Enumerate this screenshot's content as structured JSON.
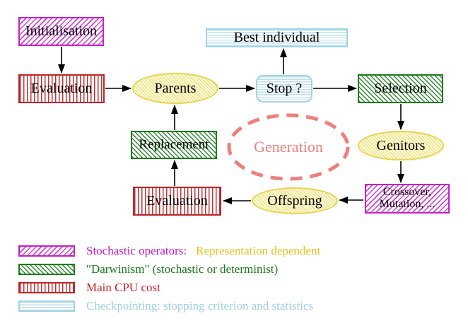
{
  "diagram_title": "Evolutionary algorithm loop",
  "palette": {
    "stochastic_magenta": "#C81EC8",
    "cpu_red": "#BE2428",
    "darwinism_green": "#1E7B1E",
    "checkpoint_cyan": "#A3D4E5",
    "population_yellow_fill": "#FFFBD6",
    "population_yellow_border": "#E7D34E",
    "generation_salmon": "#EE7F7B",
    "representation_gold": "#E6C21E",
    "arrow_black": "#000000",
    "background": "#FFFFFF"
  },
  "nodes": {
    "initialisation": {
      "label": "Initialisation"
    },
    "evaluation_top": {
      "label": "Evaluation"
    },
    "best_individual": {
      "label": "Best individual"
    },
    "parents": {
      "label": "Parents"
    },
    "stop": {
      "label": "Stop ?"
    },
    "selection": {
      "label": "Selection"
    },
    "replacement": {
      "label": "Replacement"
    },
    "generation": {
      "label": "Generation"
    },
    "genitors": {
      "label": "Genitors"
    },
    "evaluation_bottom": {
      "label": "Evaluation"
    },
    "offspring": {
      "label": "Offspring"
    },
    "crossover": {
      "line1": "Crossover,",
      "line2": "Mutation, ..."
    }
  },
  "legend": {
    "items": [
      {
        "pattern": "magenta-hatch",
        "parts": [
          {
            "text": "Stochastic operators:",
            "color": "#C814C8"
          },
          {
            "text": "Representation dependent",
            "color": "#E6C21E"
          }
        ]
      },
      {
        "pattern": "green-hatch",
        "parts": [
          {
            "text": "\"Darwinism\" (stochastic or determinist)",
            "color": "#1A7A1A"
          }
        ]
      },
      {
        "pattern": "red-vertical-stripes",
        "parts": [
          {
            "text": "Main CPU cost",
            "color": "#C32027"
          }
        ]
      },
      {
        "pattern": "cyan-horizontal-stripes",
        "parts": [
          {
            "text": "Checkpointing: stopping criterion and statistics",
            "color": "#9FCFE3"
          }
        ]
      }
    ]
  }
}
